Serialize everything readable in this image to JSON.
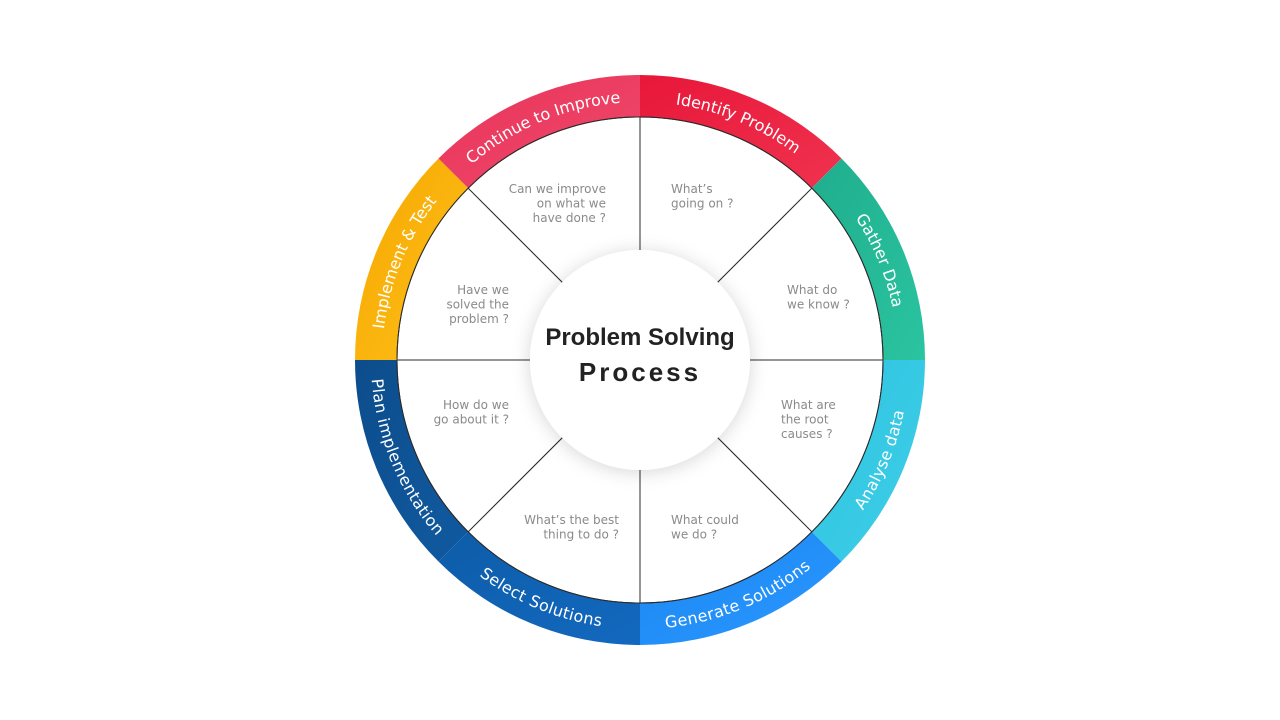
{
  "title": {
    "line1": "Problem Solving",
    "line2": "Process"
  },
  "stages": [
    {
      "id": "identify",
      "label": "Identify Problem",
      "color_start": "#e8173a",
      "color_end": "#f0324f",
      "question": [
        "What’s",
        "going on ?"
      ]
    },
    {
      "id": "gather",
      "label": "Gather Data",
      "color_start": "#1fae8d",
      "color_end": "#2bc4a0",
      "question": [
        "What do",
        "we know ?"
      ]
    },
    {
      "id": "analyse",
      "label": "Analyse data",
      "color_start": "#2ec3e0",
      "color_end": "#3fcfe8",
      "question": [
        "What are",
        "the root",
        "causes ?"
      ]
    },
    {
      "id": "generate",
      "label": "Generate Solutions",
      "color_start": "#1a86f0",
      "color_end": "#2b97ff",
      "question": [
        "What could",
        "we do ?"
      ]
    },
    {
      "id": "select",
      "label": "Select Solutions",
      "color_start": "#0d5ca8",
      "color_end": "#1369bf",
      "question": [
        "What’s the best",
        "thing to do ?"
      ]
    },
    {
      "id": "plan",
      "label": "Plan implementation",
      "color_start": "#0c4d8c",
      "color_end": "#115aa0",
      "question": [
        "How do we",
        "go about it ?"
      ]
    },
    {
      "id": "implement",
      "label": "Implement & Test",
      "color_start": "#f5a800",
      "color_end": "#ffbf1a",
      "question": [
        "Have we",
        "solved the",
        "problem ?"
      ]
    },
    {
      "id": "continue",
      "label": "Continue to Improve",
      "color_start": "#e8335a",
      "color_end": "#f04a6b",
      "question": [
        "Can we improve",
        "on what we",
        "have done ?"
      ]
    }
  ]
}
